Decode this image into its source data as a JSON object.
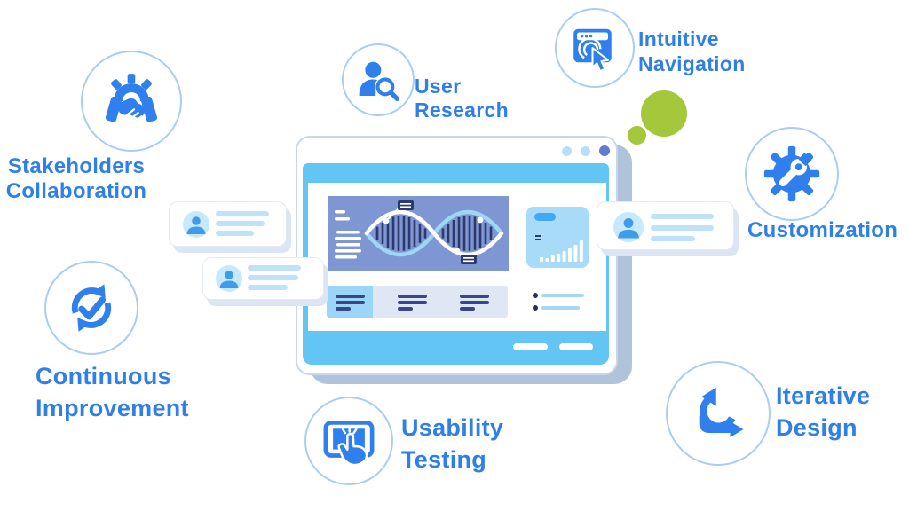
{
  "palette": {
    "accent_blue": "#2F80ED",
    "label_blue": "#2F7FE8",
    "sky_blue": "#63C5F4",
    "panel_periwinkle": "#7E97D3",
    "navy": "#2C3A6B",
    "light_blue": "#BFE2FA",
    "green": "#A4C73C",
    "shadow_grey": "#AFC3DB",
    "white": "#ffffff"
  },
  "features": {
    "stakeholders": {
      "line1": "Stakeholders",
      "line2": "Collaboration",
      "icon": "gear-handshake-icon"
    },
    "user_research": {
      "line1": "User",
      "line2": "Research",
      "icon": "person-magnifier-icon"
    },
    "intuitive_navigation": {
      "line1": "Intuitive",
      "line2": "Navigation",
      "icon": "browser-cursor-icon"
    },
    "customization": {
      "line1": "Customization",
      "line2": "",
      "icon": "gear-wrench-icon"
    },
    "continuous_improvement": {
      "line1": "Continuous",
      "line2": "Improvement",
      "icon": "refresh-check-icon"
    },
    "usability_testing": {
      "line1": "Usability",
      "line2": "Testing",
      "icon": "tablet-tap-icon"
    },
    "iterative_design": {
      "line1": "Iterative",
      "line2": "Design",
      "icon": "loop-arrow-icon"
    }
  },
  "illustration": {
    "type": "browser-window-dashboard",
    "titlebar_dot_count": 3,
    "user_card_count": 3,
    "green_dot_count": 2,
    "decor_icons": [
      "dna-helix-chart",
      "bar-chart",
      "list-lines",
      "bullet-list",
      "user-avatar"
    ]
  }
}
